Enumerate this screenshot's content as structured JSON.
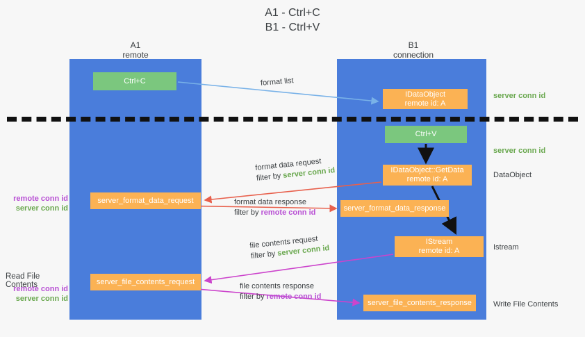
{
  "title": {
    "line1": "A1 - Ctrl+C",
    "line2": "B1 - Ctrl+V"
  },
  "lanes": [
    {
      "name": "A1",
      "sub": "remote"
    },
    {
      "name": "B1",
      "sub": "connection"
    }
  ],
  "boxes": {
    "ctrl_c": "Ctrl+C",
    "idataobject_title": "IDataObject",
    "idataobject_sub": "remote id: A",
    "ctrl_v": "Ctrl+V",
    "getdata_title": "IDataObject::GetData",
    "getdata_sub": "remote id: A",
    "istream_title": "IStream",
    "istream_sub": "remote id: A",
    "server_format_data_request": "server_format_data_request",
    "server_format_data_response": "server_format_data_response",
    "server_file_contents_request": "server_file_contents_request",
    "server_file_contents_response": "server_file_contents_response"
  },
  "side_labels": {
    "server_conn_id_top": "server conn id",
    "server_conn_id_mid": "server conn id",
    "dataobject": "DataObject",
    "istream": "Istream",
    "write_file_contents": "Write File Contents"
  },
  "left_labels": {
    "read_file_contents": "Read File Contents",
    "remote_conn_id": "remote conn id",
    "server_conn_id": "server conn id"
  },
  "edges": {
    "format_list": "format list",
    "format_data_request": "format data request",
    "format_data_request_filter_prefix": "filter by ",
    "format_data_request_filter_value": "server conn id",
    "format_data_response": "format data response",
    "format_data_response_filter_prefix": "filter by ",
    "format_data_response_filter_value": "remote conn id",
    "file_contents_request": "file contents request",
    "file_contents_request_filter_prefix": "filter by ",
    "file_contents_request_filter_value": "server conn id",
    "file_contents_response": "file contents response",
    "file_contents_response_filter_prefix": "filter by ",
    "file_contents_response_filter_value": "remote conn id"
  },
  "colors": {
    "lane": "#4a7ddb",
    "green_box": "#7bc77e",
    "orange_box": "#fbb254",
    "server_conn_id": "#6aa84f",
    "remote_conn_id": "#b84fd4",
    "arrow_light_blue": "#79b2e8",
    "arrow_red": "#e8604c",
    "arrow_magenta": "#cc44cc",
    "arrow_black": "#111111",
    "divider": "#111111",
    "background": "#f7f7f7"
  }
}
